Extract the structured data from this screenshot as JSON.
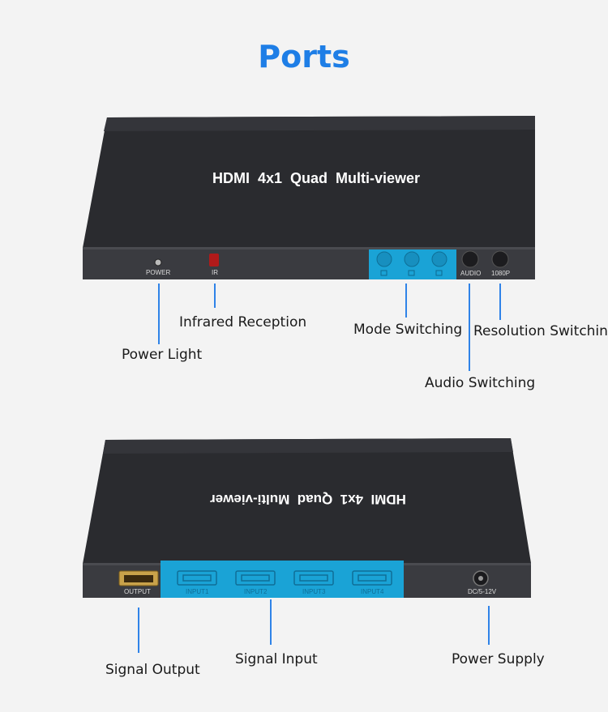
{
  "title": "Ports",
  "top_device": {
    "top_label": "HDMI  4x1  Quad  Multi-viewer",
    "port_labels": {
      "power": "POWER",
      "ir": "IR",
      "audio": "AUDIO",
      "resolution": "1080P"
    }
  },
  "bottom_device": {
    "top_label": "HDMI  4x1  Quad  Multi-viewer",
    "port_labels": {
      "output": "OUTPUT",
      "input1": "INPUT1",
      "input2": "INPUT2",
      "input3": "INPUT3",
      "input4": "INPUT4",
      "dc": "DC/5-12V"
    }
  },
  "callouts": {
    "power_light": "Power Light",
    "infrared_reception": "Infrared Reception",
    "mode_switching": "Mode Switching",
    "resolution_switching": "Resolution Switching",
    "audio_switching": "Audio Switching",
    "signal_output": "Signal Output",
    "signal_input": "Signal Input",
    "power_supply": "Power Supply"
  },
  "colors": {
    "accent": "#2f83e8",
    "title": "#1e7ee6",
    "highlight": "#1aa3d6"
  }
}
